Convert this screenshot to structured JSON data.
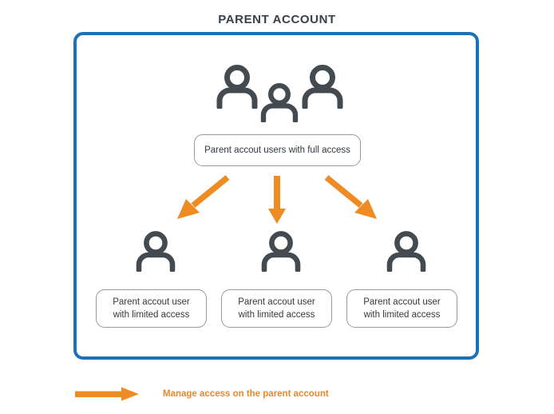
{
  "title": "PARENT ACCOUNT",
  "colors": {
    "panel_border_blue": "#1b72b8",
    "arrow_orange": "#ee8b22",
    "legend_text_orange": "#e8882a",
    "box_border_gray": "#949a9f",
    "icon_gray": "#434a50",
    "title_gray": "#3a4047",
    "background": "#ffffff"
  },
  "panel": {
    "top_group": {
      "icon_name": "group-of-three-users-icon",
      "icon_count": 3
    },
    "full_access_box": {
      "label": "Parent accout users with full access"
    },
    "arrows": [
      {
        "name": "arrow-down-left",
        "direction": "down-left"
      },
      {
        "name": "arrow-down",
        "direction": "down"
      },
      {
        "name": "arrow-down-right",
        "direction": "down-right"
      }
    ],
    "limited_users": [
      {
        "icon_name": "single-user-icon",
        "line1": "Parent accout user",
        "line2": "with limited access"
      },
      {
        "icon_name": "single-user-icon",
        "line1": "Parent accout user",
        "line2": "with limited access"
      },
      {
        "icon_name": "single-user-icon",
        "line1": "Parent accout user",
        "line2": "with limited access"
      }
    ]
  },
  "legend": {
    "icon_name": "right-arrow-icon",
    "text": "Manage access on the parent account"
  }
}
